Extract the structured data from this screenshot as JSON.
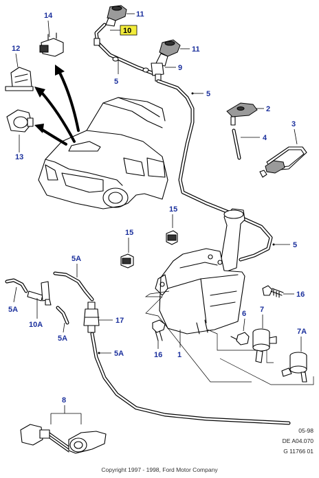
{
  "diagram": {
    "callouts": {
      "c11a": "11",
      "c10": "10",
      "c11b": "11",
      "c9": "9",
      "c5a": "5",
      "c5b": "5",
      "c2": "2",
      "c3": "3",
      "c4": "4",
      "c12": "12",
      "c14": "14",
      "c13": "13",
      "c15a": "15",
      "c15b": "15",
      "c5c": "5",
      "c5A_top": "5A",
      "c5A_left": "5A",
      "c10A": "10A",
      "c5A_mid": "5A",
      "c17": "17",
      "c5A_low": "5A",
      "c16a": "16",
      "c16b": "16",
      "c1": "1",
      "c6": "6",
      "c7": "7",
      "c7A": "7A",
      "c8": "8"
    },
    "highlight_color": "#f2ec3b",
    "callout_color": "#1a2f9c",
    "meta": {
      "date": "05-98",
      "ref": "DE A04.070",
      "drawing": "G 11766 01"
    },
    "copyright": "Copyright 1997 - 1998, Ford Motor Company"
  }
}
